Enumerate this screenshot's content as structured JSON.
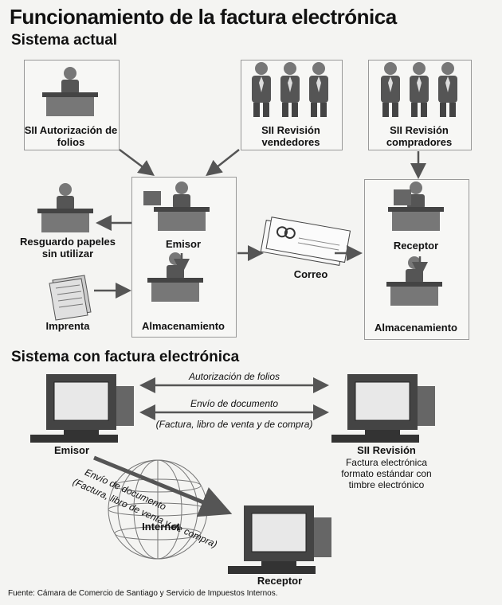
{
  "title": "Funcionamiento de la factura electrónica",
  "sections": {
    "current": "Sistema actual",
    "electronic": "Sistema con factura electrónica"
  },
  "current": {
    "sii_autorizacion": "SII Autorización de folios",
    "sii_vendedores": "SII Revisión vendedores",
    "sii_compradores": "SII Revisión compradores",
    "resguardo": "Resguardo papeles sin utilizar",
    "imprenta": "Imprenta",
    "emisor": "Emisor",
    "almacenamiento_emisor": "Almacenamiento",
    "correo": "Correo",
    "receptor": "Receptor",
    "almacenamiento_receptor": "Almacenamiento"
  },
  "electronic": {
    "autorizacion_folios": "Autorización de folios",
    "envio_documento": "Envío de documento",
    "envio_detalle": "(Factura, libro de venta y de compra)",
    "emisor": "Emisor",
    "sii_revision": "SII Revisión",
    "sii_desc": "Factura electrónica formato estándar con timbre electrónico",
    "envio_documento_diag": "Envío de documento",
    "envio_detalle_diag": "(Factura, libro de venta y de compra)",
    "internet": "Internet",
    "receptor": "Receptor"
  },
  "footer": "Fuente: Cámara de Comercio de Santiago y Servicio de Impuestos Internos."
}
